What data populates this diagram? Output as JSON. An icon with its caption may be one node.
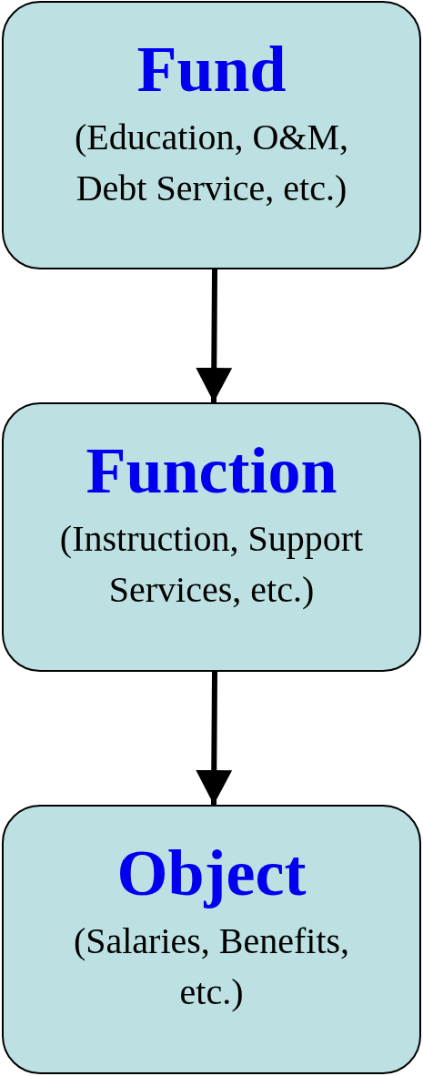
{
  "diagram": {
    "nodes": [
      {
        "text": [
          "Fund",
          "(Education, O&M, Debt Service, etc.)"
        ]
      },
      {
        "text": [
          "Function",
          "(Instruction, Support Services, etc.)"
        ]
      },
      {
        "text": [
          "Object",
          "(Salaries, Benefits, etc.)"
        ]
      }
    ],
    "edges": [
      {
        "from": 0,
        "to": 1,
        "arrow": "to"
      },
      {
        "from": 1,
        "to": 2,
        "arrow": "to"
      }
    ]
  }
}
